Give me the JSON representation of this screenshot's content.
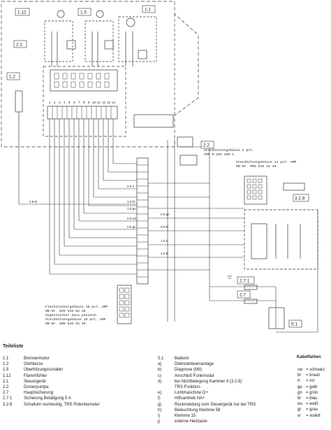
{
  "components": {
    "c1_12": "1.12",
    "c1_5": "1.5",
    "c1_1": "1.1",
    "c2_1": "2.1",
    "c1_2": "1.2",
    "c2_2": "2.2",
    "c3_2_8": "3.2.8",
    "c2_7_1": "2.7.1",
    "c2_7": "2.7",
    "c5_1": "5.1"
  },
  "terminal_numbers": [
    "1",
    "2",
    "3",
    "4",
    "5",
    "6",
    "7",
    "8",
    "9",
    "10",
    "11",
    "12",
    "13",
    "14"
  ],
  "wires": {
    "w1": "2.5 br",
    "w2": "2.5 rt",
    "w3": "1.0 bl",
    "w4": "1.0 gn",
    "w5": "0.5 ws",
    "w6": "0.5 ge",
    "w7": "0.5 gn",
    "w8": "0.5 bl",
    "w9": "1.5 rt",
    "w10": "1.0 bl"
  },
  "callouts": {
    "housing_2": [
      "Steckhülsengehäuse 2 pol.",
      "AMP  0-282 189-1"
    ],
    "housing_12": [
      "Steckhülsengehäuse 12 pol. AMP",
      "DB-Nr.   005 545 34 26"
    ],
    "housing_18": [
      "Flachsteckergehäuse 18 pol. AMP",
      "DB-Nr.   025 545 94 26",
      "Gegenstecker dazu passend:",
      "Steckhülsengehäuse 18 pol. AMP",
      "DB-Nr.   005 545 92 26"
    ]
  },
  "legend": {
    "title": "Teileliste",
    "col1": [
      {
        "code": "1.1",
        "text": "Brennermotor"
      },
      {
        "code": "1.2",
        "text": "Glühkerze"
      },
      {
        "code": "1.5",
        "text": "Überhitzungsschalter"
      },
      {
        "code": "",
        "text": ""
      },
      {
        "code": "1.12",
        "text": "Flammfühler"
      },
      {
        "code": "",
        "text": ""
      },
      {
        "code": "2.1",
        "text": "Steuergerät"
      },
      {
        "code": "2.2",
        "text": "Dosierpumpe"
      },
      {
        "code": "2.7",
        "text": "Hauptsicherung"
      },
      {
        "code": "",
        "text": ""
      },
      {
        "code": "2.7.1",
        "text": "Sicherung Betätigung 5 A"
      },
      {
        "code": "",
        "text": ""
      },
      {
        "code": "3.2.8",
        "text": "Schaltuhr rechteckig, TRS Potentiometer"
      }
    ],
    "col2": [
      {
        "code": "5.1",
        "text": "Batterie"
      },
      {
        "code": "",
        "text": ""
      },
      {
        "code": "a)",
        "text": "Diebstahlwarnanlage"
      },
      {
        "code": "b)",
        "text": "Diagnose (MII)"
      },
      {
        "code": "c)",
        "text": "Anschluß Funkmodul"
      },
      {
        "code": "d)",
        "text": "bei Nichtbelegung Kammer 4 (3.2.8)"
      },
      {
        "code": "",
        "text": "TRS Funktion"
      },
      {
        "code": "e)",
        "text": "Lichtmaschine D+"
      },
      {
        "code": "f)",
        "text": "Hilfsantrieb HA+"
      },
      {
        "code": "g)",
        "text": "Rückmeldung vom Steuergerät nur bei TRS"
      },
      {
        "code": "h)",
        "text": "Beleuchtung Klemme 58"
      },
      {
        "code": "i)",
        "text": "Klemme 15"
      },
      {
        "code": "j)",
        "text": "externe Heiztaste"
      }
    ],
    "colors_title": "Kabelfarben",
    "colors": [
      {
        "code": "sw",
        "text": "= schwarz"
      },
      {
        "code": "br",
        "text": "= braun"
      },
      {
        "code": "rt",
        "text": "= rot"
      },
      {
        "code": "ge",
        "text": "= gelb"
      },
      {
        "code": "gn",
        "text": "= grün"
      },
      {
        "code": "bl",
        "text": "= blau"
      },
      {
        "code": "ws",
        "text": "= weiß"
      },
      {
        "code": "gr",
        "text": "= grau"
      },
      {
        "code": "vi",
        "text": "= violett"
      }
    ]
  }
}
